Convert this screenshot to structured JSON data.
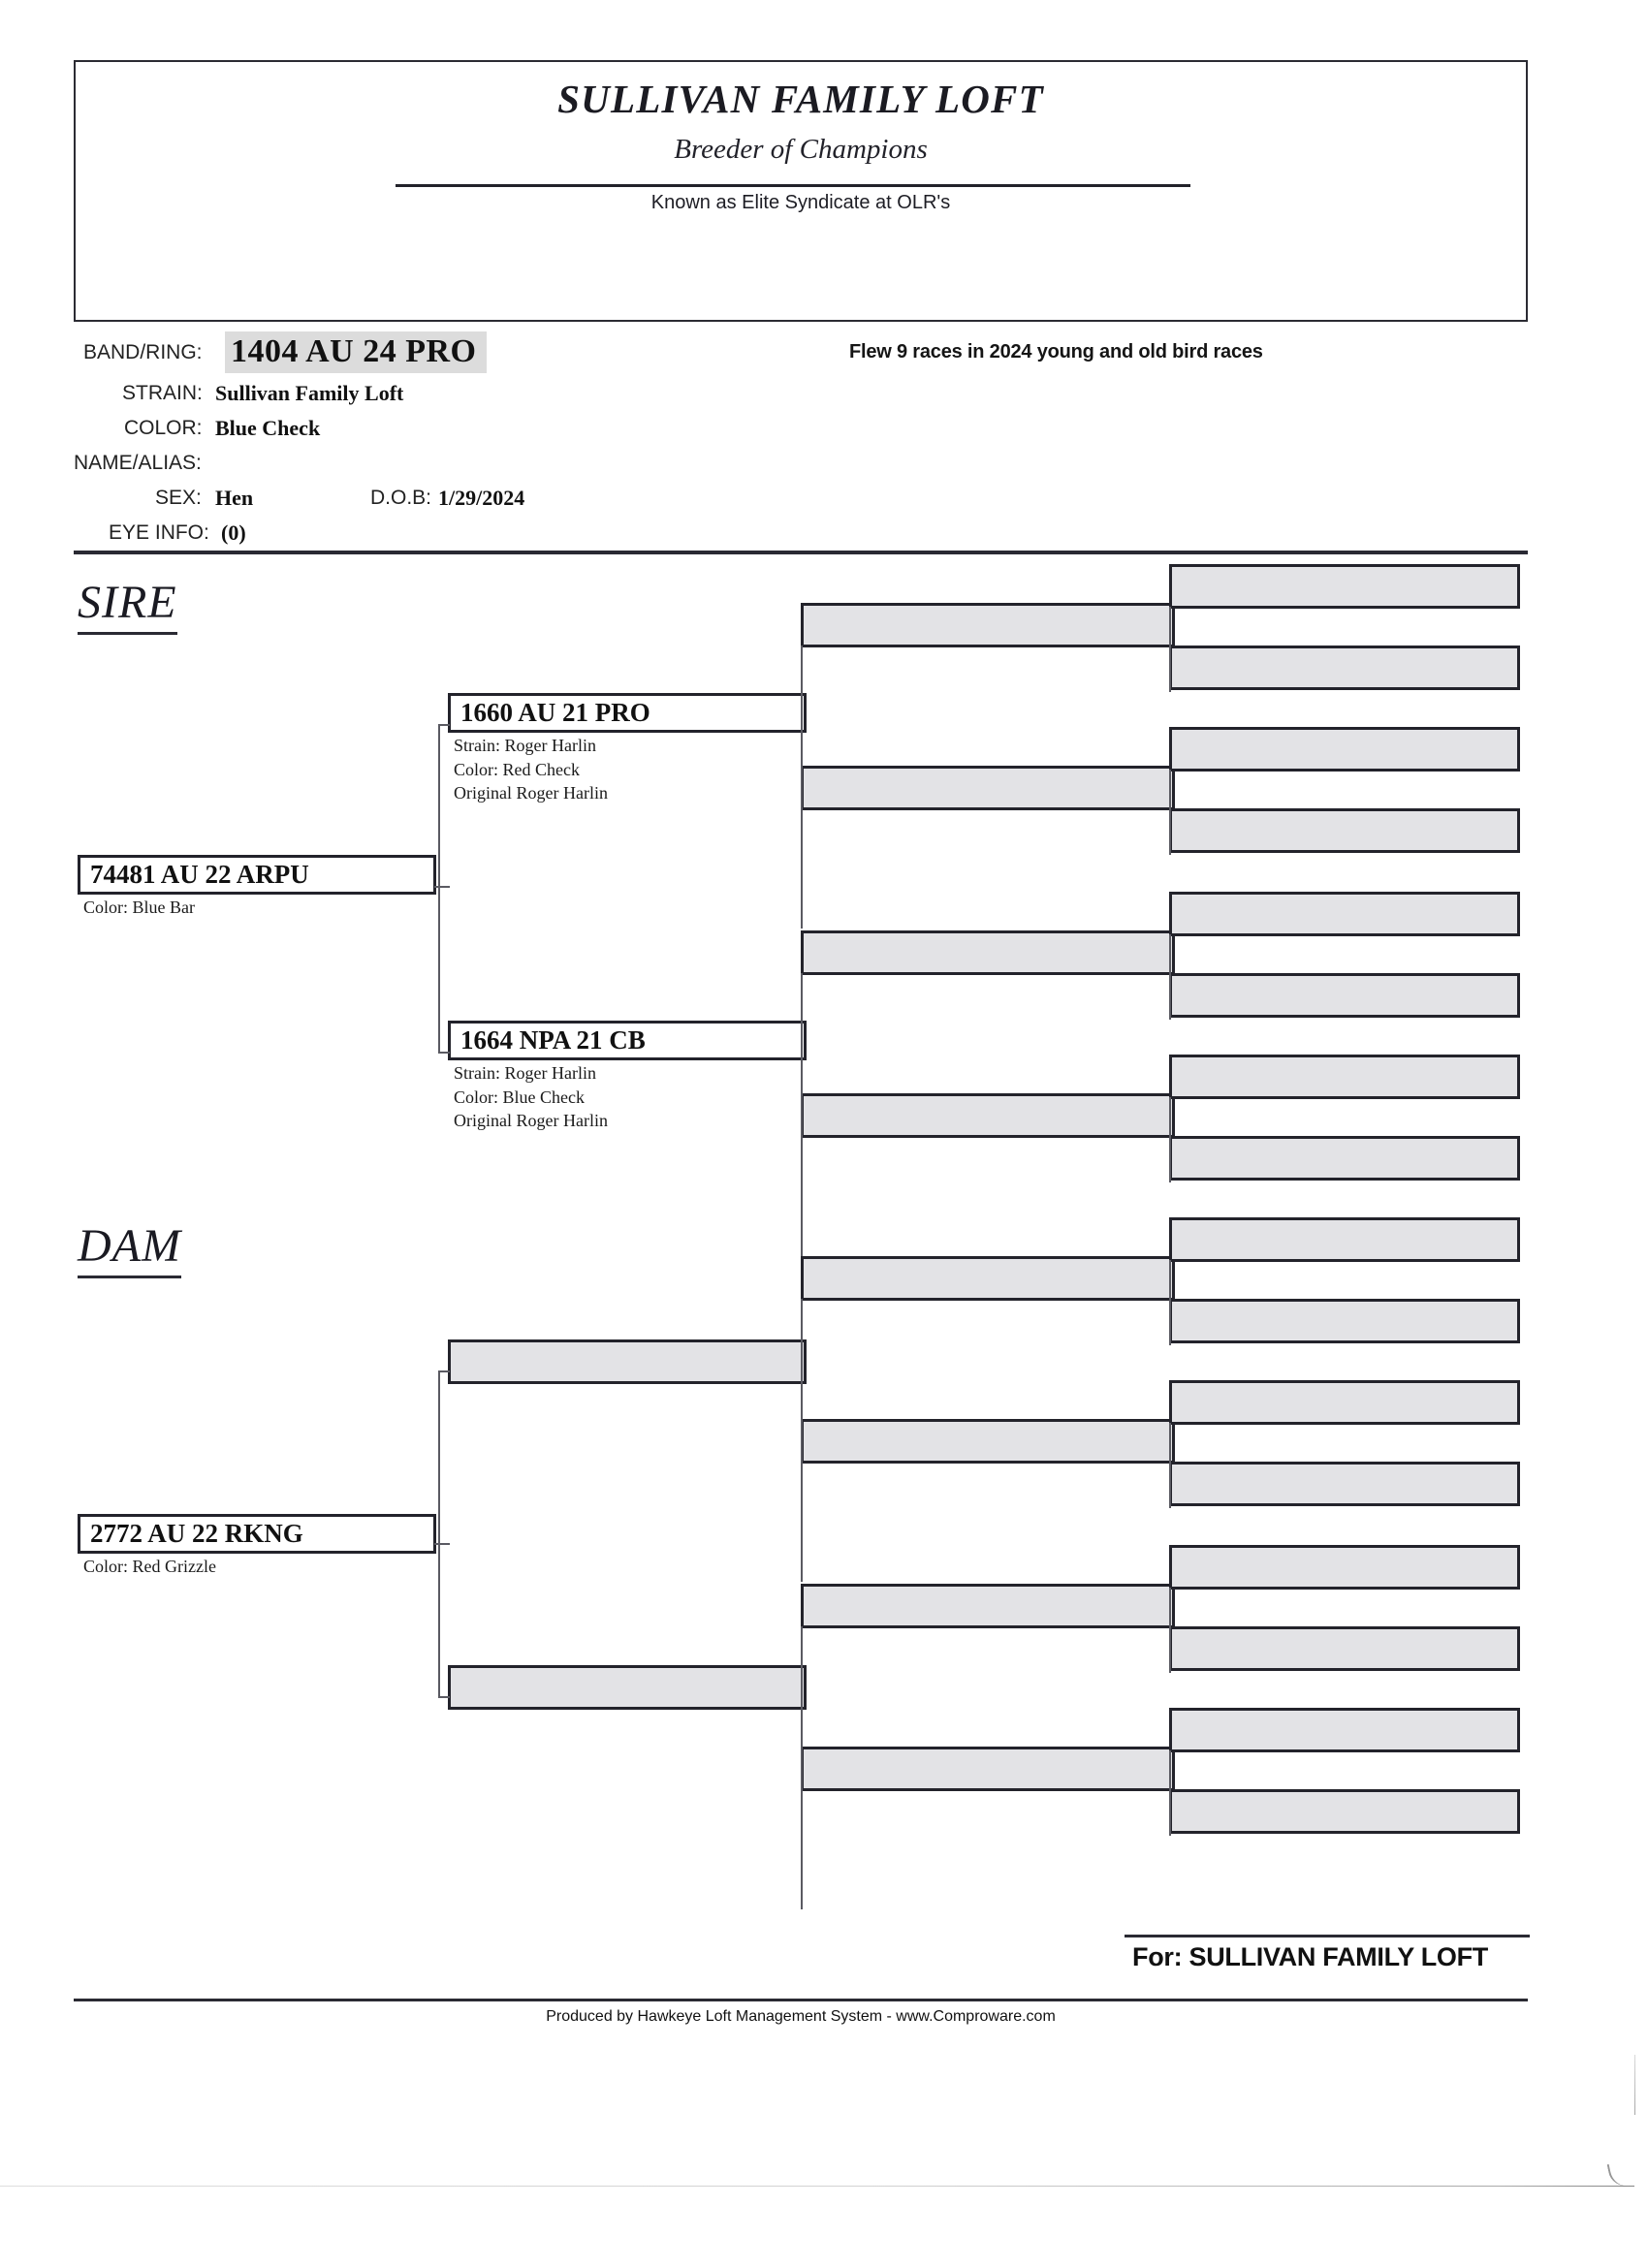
{
  "header": {
    "loft_name": "SULLIVAN FAMILY LOFT",
    "tagline": "Breeder of Champions",
    "known_as": "Known as Elite Syndicate at OLR's"
  },
  "bird": {
    "band_ring_label": "BAND/RING:",
    "band_ring_value": "1404 AU 24 PRO",
    "strain_label": "STRAIN:",
    "strain_value": "Sullivan Family Loft",
    "color_label": "COLOR:",
    "color_value": "Blue Check",
    "name_alias_label": "NAME/ALIAS:",
    "name_alias_value": "",
    "sex_label": "SEX:",
    "sex_value": "Hen",
    "dob_label": "D.O.B:",
    "dob_value": "1/29/2024",
    "eye_info_label": "EYE INFO:",
    "eye_info_value": "(0)",
    "race_note": "Flew 9 races in 2024 young and old bird races"
  },
  "sections": {
    "sire_heading": "SIRE",
    "dam_heading": "DAM"
  },
  "pedigree": {
    "sire": {
      "band": "74481 AU 22 ARPU",
      "details": [
        "Color: Blue Bar"
      ],
      "father": {
        "band": "1660 AU 21 PRO",
        "details": [
          "Strain: Roger Harlin",
          "Color: Red Check",
          "Original Roger Harlin"
        ]
      },
      "mother": {
        "band": "1664 NPA 21 CB",
        "details": [
          "Strain: Roger Harlin",
          "Color: Blue Check",
          "Original Roger Harlin"
        ]
      }
    },
    "dam": {
      "band": "2772 AU 22 RKNG",
      "details": [
        "Color: Red Grizzle"
      ],
      "father": {
        "band": "",
        "details": []
      },
      "mother": {
        "band": "",
        "details": []
      }
    }
  },
  "footer": {
    "for_label": "For: SULLIVAN FAMILY LOFT",
    "produced_by": "Produced by Hawkeye Loft Management System - www.Comproware.com"
  },
  "colors": {
    "empty_slot_fill": "#e3e3e6",
    "box_border": "#23232b",
    "highlight_band": "#dcdcdc"
  }
}
